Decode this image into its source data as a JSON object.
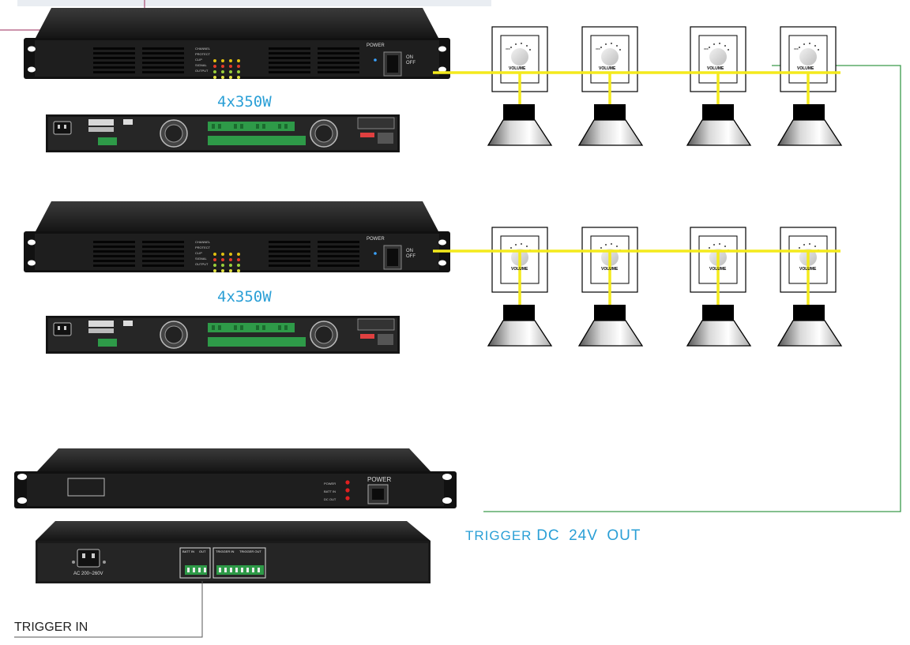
{
  "amplifiers": [
    {
      "label": "4x350W",
      "front": {
        "power_label": "POWER",
        "switch_on": "ON",
        "switch_off": "OFF",
        "indicator_rows": [
          "CHANNEL",
          "PROTECT",
          "CLIP",
          "SIGNAL",
          "OUTPUT"
        ]
      }
    },
    {
      "label": "4x350W",
      "front": {
        "power_label": "POWER",
        "switch_on": "ON",
        "switch_off": "OFF",
        "indicator_rows": [
          "CHANNEL",
          "PROTECT",
          "CLIP",
          "SIGNAL",
          "OUTPUT"
        ]
      }
    }
  ],
  "volume_controls": {
    "label": "VOLUME",
    "off_label": "OFF"
  },
  "power_supply": {
    "front_power_label": "POWER",
    "leds": [
      "POWER",
      "BATT IN",
      "DC OUT"
    ],
    "rear_ac_label": "AC 200~260V",
    "rear_terminal_groups": [
      "BATT IN",
      "OUT",
      "TRIGGER IN",
      "TRIGGER OUT"
    ]
  },
  "labels": {
    "trigger_out": [
      "TRIGGER",
      "DC",
      "24V",
      "OUT"
    ],
    "trigger_in": "TRIGGER IN"
  },
  "colors": {
    "speaker_line": "#f4ea1c",
    "trigger_line": "#3a9a4a",
    "trigger_in_line": "#9a2a5a",
    "label_blue": "#2a9fd6"
  }
}
